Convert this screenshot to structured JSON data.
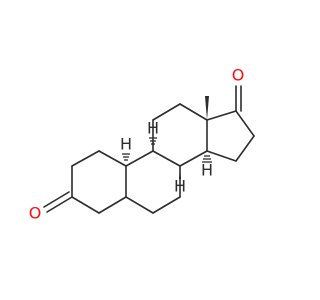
{
  "molecule": {
    "atoms": {
      "oxygen_ketone_ring_a": {
        "symbol": "O",
        "color": "#ff0d0d"
      },
      "oxygen_ketone_ring_d": {
        "symbol": "O",
        "color": "#ff0d0d"
      },
      "hydrogen_c9": {
        "symbol": "H",
        "color": "#2c2c2c"
      },
      "hydrogen_c8": {
        "symbol": "H",
        "color": "#2c2c2c"
      },
      "hydrogen_c14": {
        "symbol": "H",
        "color": "#2c2c2c"
      },
      "hydrogen_c10": {
        "symbol": "H",
        "color": "#2c2c2c"
      }
    }
  }
}
